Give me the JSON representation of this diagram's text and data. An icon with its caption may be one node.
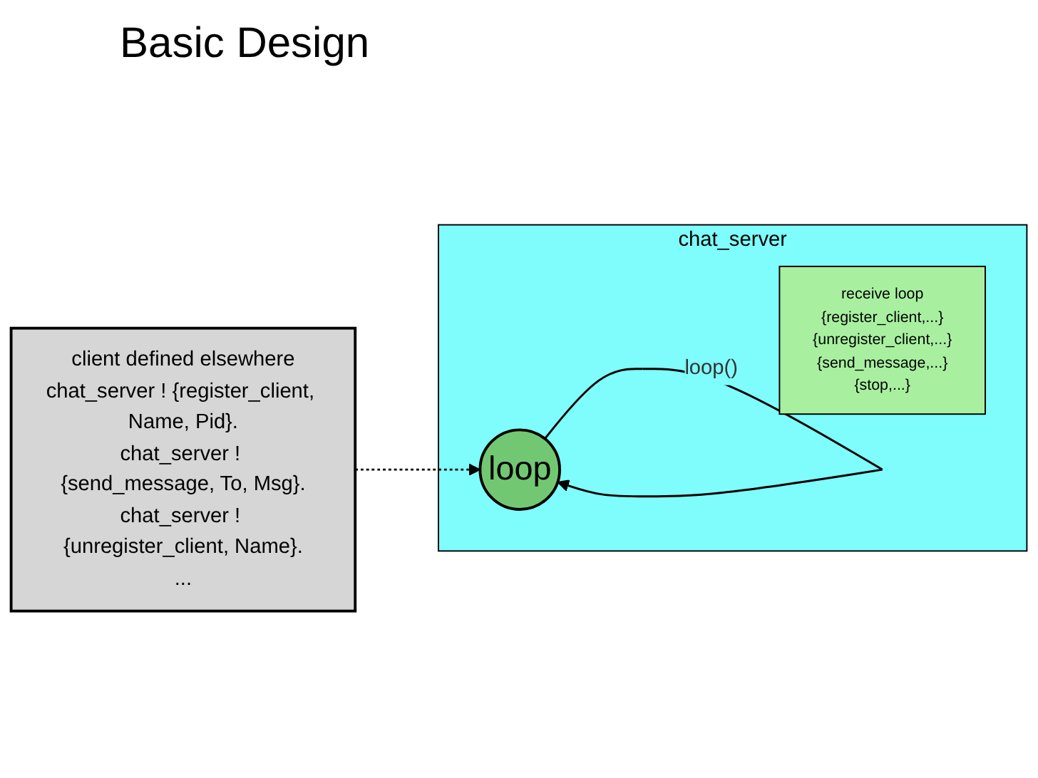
{
  "diagram": {
    "title": "Basic Design",
    "nodes": [
      {
        "text": [
          "client defined elsewhere",
          "chat_server ! {register_client, Name, Pid}.",
          "chat_server ! {send_message, To, Msg}.",
          "chat_server ! {unregister_client, Name}.",
          "..."
        ]
      },
      {
        "text": [
          "chat_server"
        ]
      },
      {
        "text": [
          "loop"
        ],
        "in": 1
      },
      {
        "text": [
          "receive loop",
          "{register_client,...}",
          "{unregister_client,...}",
          "{send_message,...}",
          "{stop,...}"
        ],
        "in": 1
      }
    ],
    "edges": [
      {
        "from": 0,
        "to": 2,
        "arrow": "to",
        "style": "dashed"
      },
      {
        "from": 2,
        "to": 2,
        "arrow": "to",
        "label": "loop()"
      }
    ]
  }
}
